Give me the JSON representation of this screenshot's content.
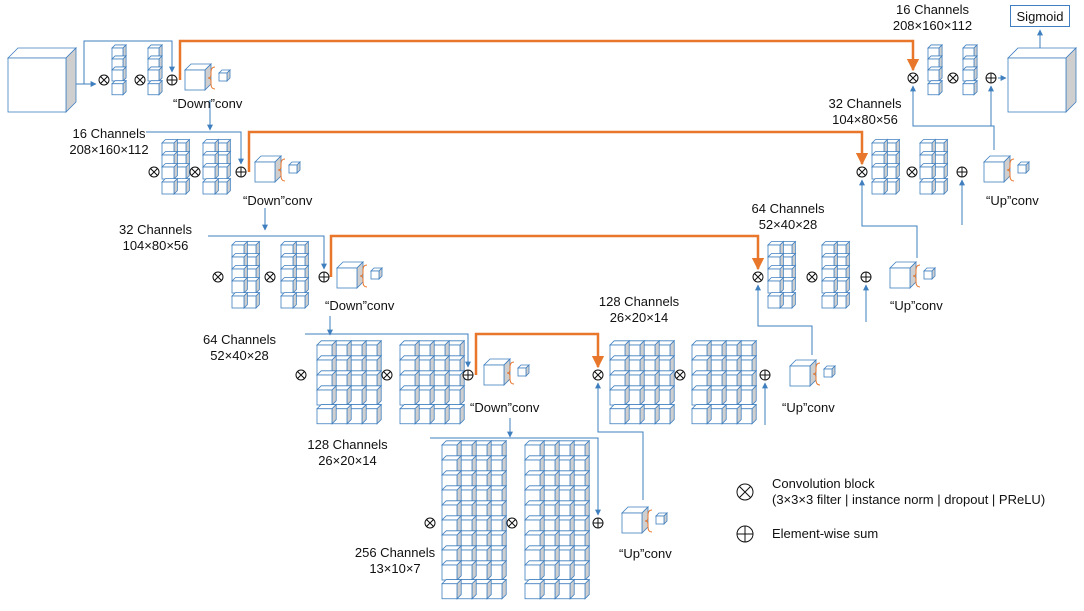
{
  "colors": {
    "line": "#3f7fbf",
    "skip": "#e8762b",
    "cube_side": "#cfcfcf",
    "cube_face": "#ffffff"
  },
  "encoder": [
    {
      "channels": "16 Channels",
      "dims": "208×160×112"
    },
    {
      "channels": "32 Channels",
      "dims": "104×80×56"
    },
    {
      "channels": "64 Channels",
      "dims": "52×40×28"
    },
    {
      "channels": "128 Channels",
      "dims": "26×20×14"
    },
    {
      "channels": "256 Channels",
      "dims": "13×10×7"
    }
  ],
  "decoder": [
    {
      "channels": "16 Channels",
      "dims": "208×160×112"
    },
    {
      "channels": "32 Channels",
      "dims": "104×80×56"
    },
    {
      "channels": "64 Channels",
      "dims": "52×40×28"
    },
    {
      "channels": "128 Channels",
      "dims": "26×20×14"
    }
  ],
  "down_conv_label": "“Down”conv",
  "up_conv_label": "“Up”conv",
  "output_label": "Sigmoid",
  "legend": {
    "conv_title": "Convolution block",
    "conv_detail": "(3×3×3 filter | instance norm | dropout | PReLU)",
    "sum_title": "Element-wise sum"
  }
}
